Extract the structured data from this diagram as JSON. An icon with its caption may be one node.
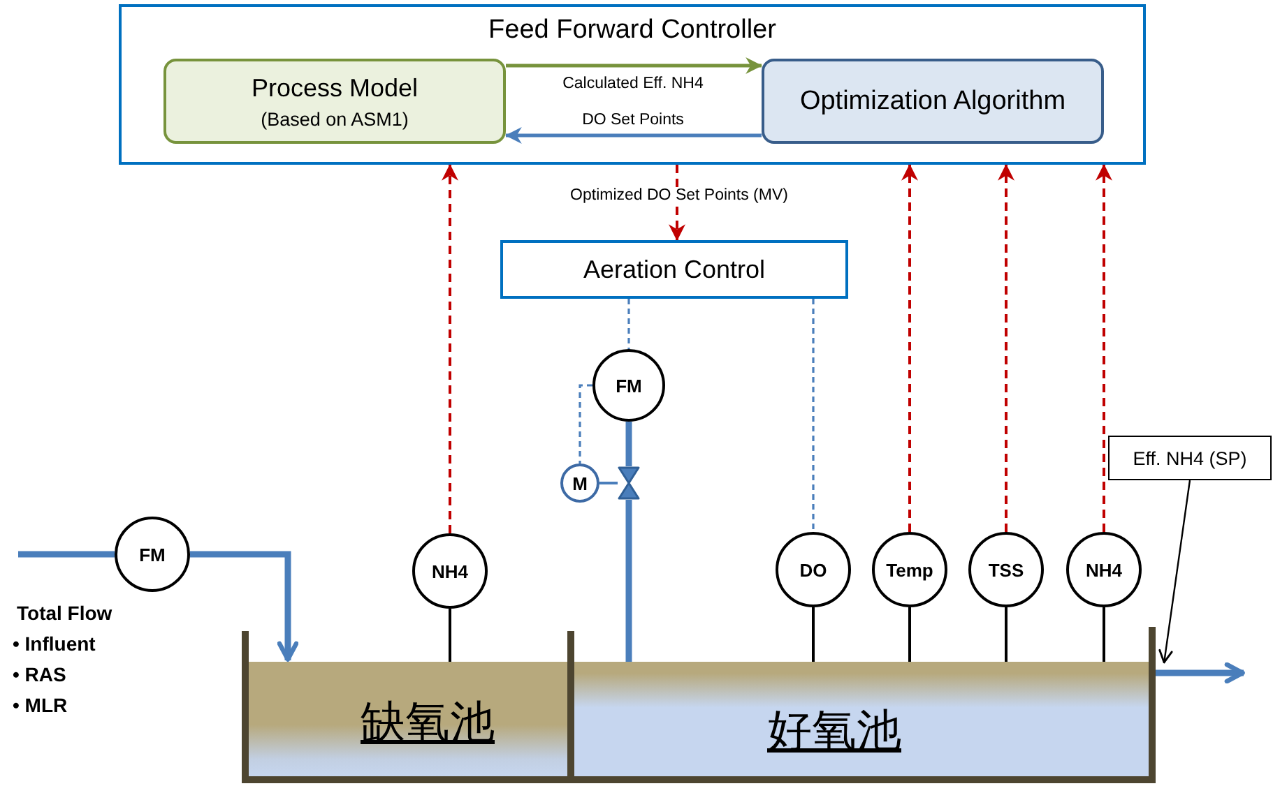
{
  "diagram": {
    "nodes": [
      {
        "text": [
          "Feed Forward Controller"
        ]
      },
      {
        "text": [
          "Process Model",
          "(Based on ASM1)"
        ],
        "in": 0
      },
      {
        "text": [
          "Optimization Algorithm"
        ],
        "in": 0
      },
      {
        "text": [
          "Aeration Control"
        ]
      },
      {
        "text": [
          "FM"
        ]
      },
      {
        "text": [
          "M"
        ]
      },
      {
        "text": [],
        "shape": "valve"
      },
      {
        "text": [
          "FM"
        ]
      },
      {
        "text": [
          "NH4"
        ]
      },
      {
        "text": [
          "DO"
        ]
      },
      {
        "text": [
          "Temp"
        ]
      },
      {
        "text": [
          "TSS"
        ]
      },
      {
        "text": [
          "NH4"
        ]
      },
      {
        "text": [
          "Eff. NH4 (SP)"
        ]
      },
      {
        "text": [
          "缺氧池"
        ]
      },
      {
        "text": [
          "好氧池"
        ]
      }
    ],
    "edges": [
      {
        "from": 1,
        "to": 2,
        "arrow": "to",
        "label": "Calculated Eff. NH4",
        "color": "#77933c"
      },
      {
        "from": 2,
        "to": 1,
        "arrow": "to",
        "label": "DO Set Points",
        "color": "#4a7ebb"
      },
      {
        "from": 0,
        "to": 3,
        "arrow": "to",
        "label": "Optimized DO Set Points (MV)",
        "style": "dashed",
        "color": "#c00000"
      },
      {
        "from": 8,
        "to": 0,
        "arrow": "to",
        "style": "dashed",
        "color": "#c00000"
      },
      {
        "from": 10,
        "to": 0,
        "arrow": "to",
        "style": "dashed",
        "color": "#c00000"
      },
      {
        "from": 11,
        "to": 0,
        "arrow": "to",
        "style": "dashed",
        "color": "#c00000"
      },
      {
        "from": 12,
        "to": 0,
        "arrow": "to",
        "style": "dashed",
        "color": "#c00000"
      },
      {
        "from": 3,
        "to": 4,
        "arrow": "none",
        "style": "dashed",
        "color": "#4a7ebb"
      },
      {
        "from": 4,
        "to": 5,
        "arrow": "none",
        "style": "dashed",
        "color": "#4a7ebb"
      },
      {
        "from": 5,
        "to": 6,
        "arrow": "none",
        "color": "#4a7ebb"
      },
      {
        "from": 4,
        "to": 6,
        "arrow": "none",
        "style": "thick",
        "color": "#4a7ebb"
      },
      {
        "from": 6,
        "to": 15,
        "arrow": "none",
        "style": "thick",
        "color": "#4a7ebb"
      },
      {
        "from": 3,
        "to": 9,
        "arrow": "none",
        "style": "dashed",
        "color": "#4a7ebb"
      },
      {
        "from": 8,
        "to": 14,
        "arrow": "none",
        "color": "#000000"
      },
      {
        "from": 9,
        "to": 15,
        "arrow": "none",
        "color": "#000000"
      },
      {
        "from": 10,
        "to": 15,
        "arrow": "none",
        "color": "#000000"
      },
      {
        "from": 11,
        "to": 15,
        "arrow": "none",
        "color": "#000000"
      },
      {
        "from": 12,
        "to": 15,
        "arrow": "none",
        "color": "#000000"
      },
      {
        "from": null,
        "to": 7,
        "arrow": "none",
        "style": "thick",
        "color": "#4a7ebb"
      },
      {
        "from": 7,
        "to": 14,
        "arrow": "to",
        "style": "thick",
        "color": "#4a7ebb"
      },
      {
        "from": 15,
        "to": null,
        "arrow": "to",
        "style": "thick",
        "color": "#4a7ebb"
      },
      {
        "from": 13,
        "to": 15,
        "arrow": "to",
        "color": "#000000"
      }
    ],
    "labels": [
      "Total Flow",
      "• Influent",
      "• RAS",
      "• MLR"
    ]
  }
}
